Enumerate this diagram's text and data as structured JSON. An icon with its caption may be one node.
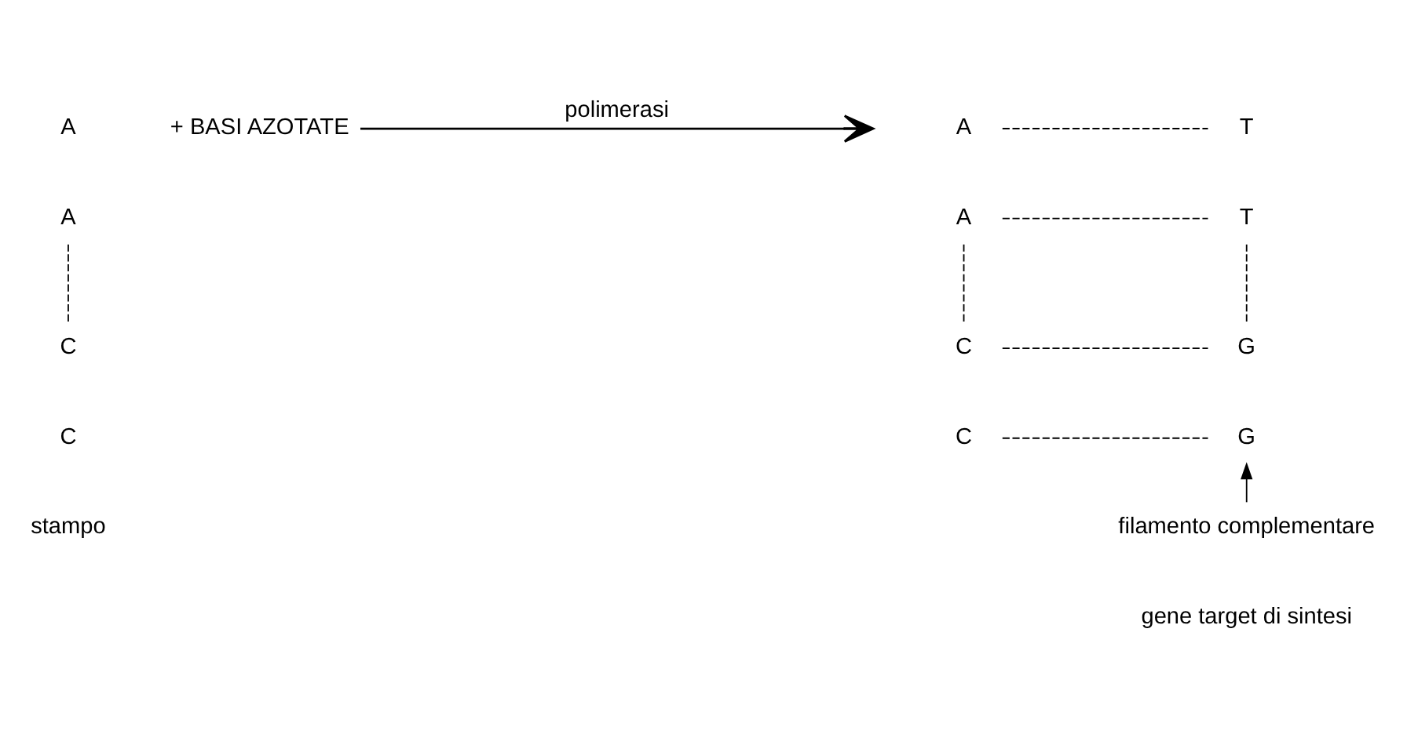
{
  "diagram": {
    "nodes": [
      {
        "text": [
          "A"
        ]
      },
      {
        "text": [
          "A"
        ]
      },
      {
        "text": [
          "C"
        ]
      },
      {
        "text": [
          "C"
        ]
      },
      {
        "text": [
          "+ BASI AZOTATE"
        ]
      },
      {
        "text": [
          "A"
        ]
      },
      {
        "text": [
          "T"
        ]
      },
      {
        "text": [
          "A"
        ]
      },
      {
        "text": [
          "T"
        ]
      },
      {
        "text": [
          "C"
        ]
      },
      {
        "text": [
          "G"
        ]
      },
      {
        "text": [
          "C"
        ]
      },
      {
        "text": [
          "G"
        ]
      },
      {
        "text": [
          "filamento complementare"
        ]
      }
    ],
    "edges": [
      {
        "from": 1,
        "to": 2,
        "arrow": "none",
        "style": "dashed"
      },
      {
        "from": 4,
        "to": null,
        "arrow": "to",
        "label": "polimerasi"
      },
      {
        "from": 5,
        "to": 6,
        "arrow": "none",
        "style": "dashed"
      },
      {
        "from": 7,
        "to": 8,
        "arrow": "none",
        "style": "dashed"
      },
      {
        "from": 7,
        "to": 9,
        "arrow": "none",
        "style": "dashed"
      },
      {
        "from": 8,
        "to": 10,
        "arrow": "none",
        "style": "dashed"
      },
      {
        "from": 9,
        "to": 10,
        "arrow": "none",
        "style": "dashed"
      },
      {
        "from": 11,
        "to": 12,
        "arrow": "none",
        "style": "dashed"
      },
      {
        "from": 13,
        "to": 12,
        "arrow": "to"
      }
    ],
    "labels": [
      "stampo",
      "gene target di sintesi"
    ]
  }
}
